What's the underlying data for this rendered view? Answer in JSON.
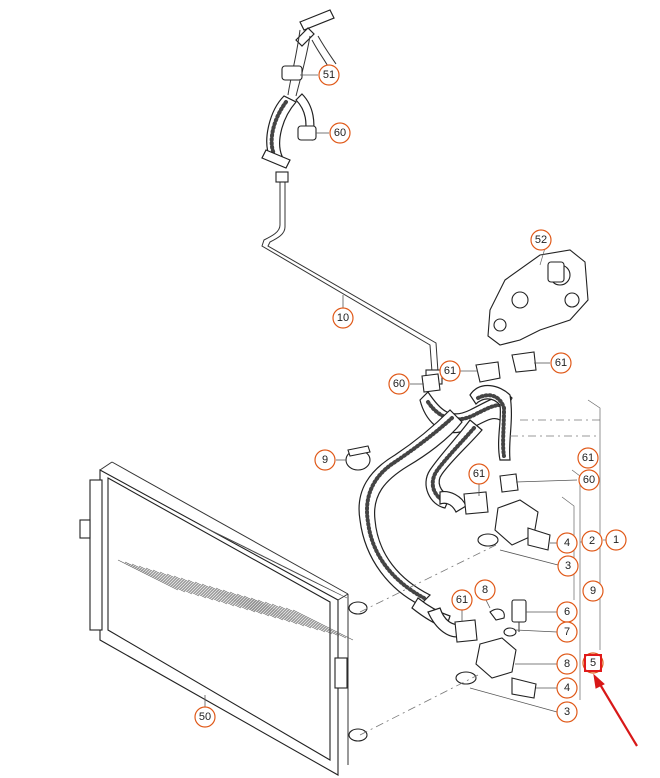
{
  "callouts": {
    "c51": "51",
    "c60a": "60",
    "c52": "52",
    "c10": "10",
    "c60b": "60",
    "c61a": "61",
    "c61b": "61",
    "c9": "9",
    "c61c": "61",
    "c61d": "61",
    "c60c": "60",
    "c4a": "4",
    "c2": "2",
    "c1": "1",
    "c3a": "3",
    "c9b": "9",
    "c8a": "8",
    "c61e": "61",
    "c6": "6",
    "c7": "7",
    "c8b": "8",
    "c5": "5",
    "c4b": "4",
    "c3b": "3",
    "c50": "50"
  },
  "colors": {
    "callout_ring": "#e05a1a",
    "highlight": "#e01a1a",
    "ink": "#222222"
  },
  "highlighted_callout": "5"
}
